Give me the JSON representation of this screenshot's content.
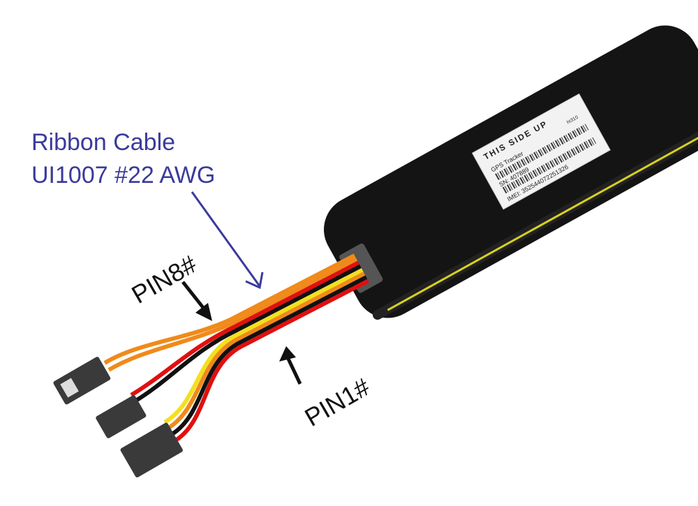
{
  "annotations": {
    "cable_title": "Ribbon Cable",
    "cable_spec": "UI1007 #22 AWG",
    "pin8": "PIN8#",
    "pin1": "PIN1#"
  },
  "device_label": {
    "orientation": "THIS SIDE UP",
    "model_code": "ht310",
    "product": "GPS Tracker",
    "serial": "SN: 407889",
    "imei": "IMEI: 352544072251326"
  },
  "colors": {
    "annotation_blue": "#3a3a9c",
    "device_body": "#141414",
    "device_trim": "#d8d020",
    "connector": "#3a3a3a"
  },
  "wires": [
    "#f08a1a",
    "#f08a1a",
    "#e01010",
    "#111111",
    "#f2e020",
    "#f08a1a",
    "#111111",
    "#e01010"
  ]
}
